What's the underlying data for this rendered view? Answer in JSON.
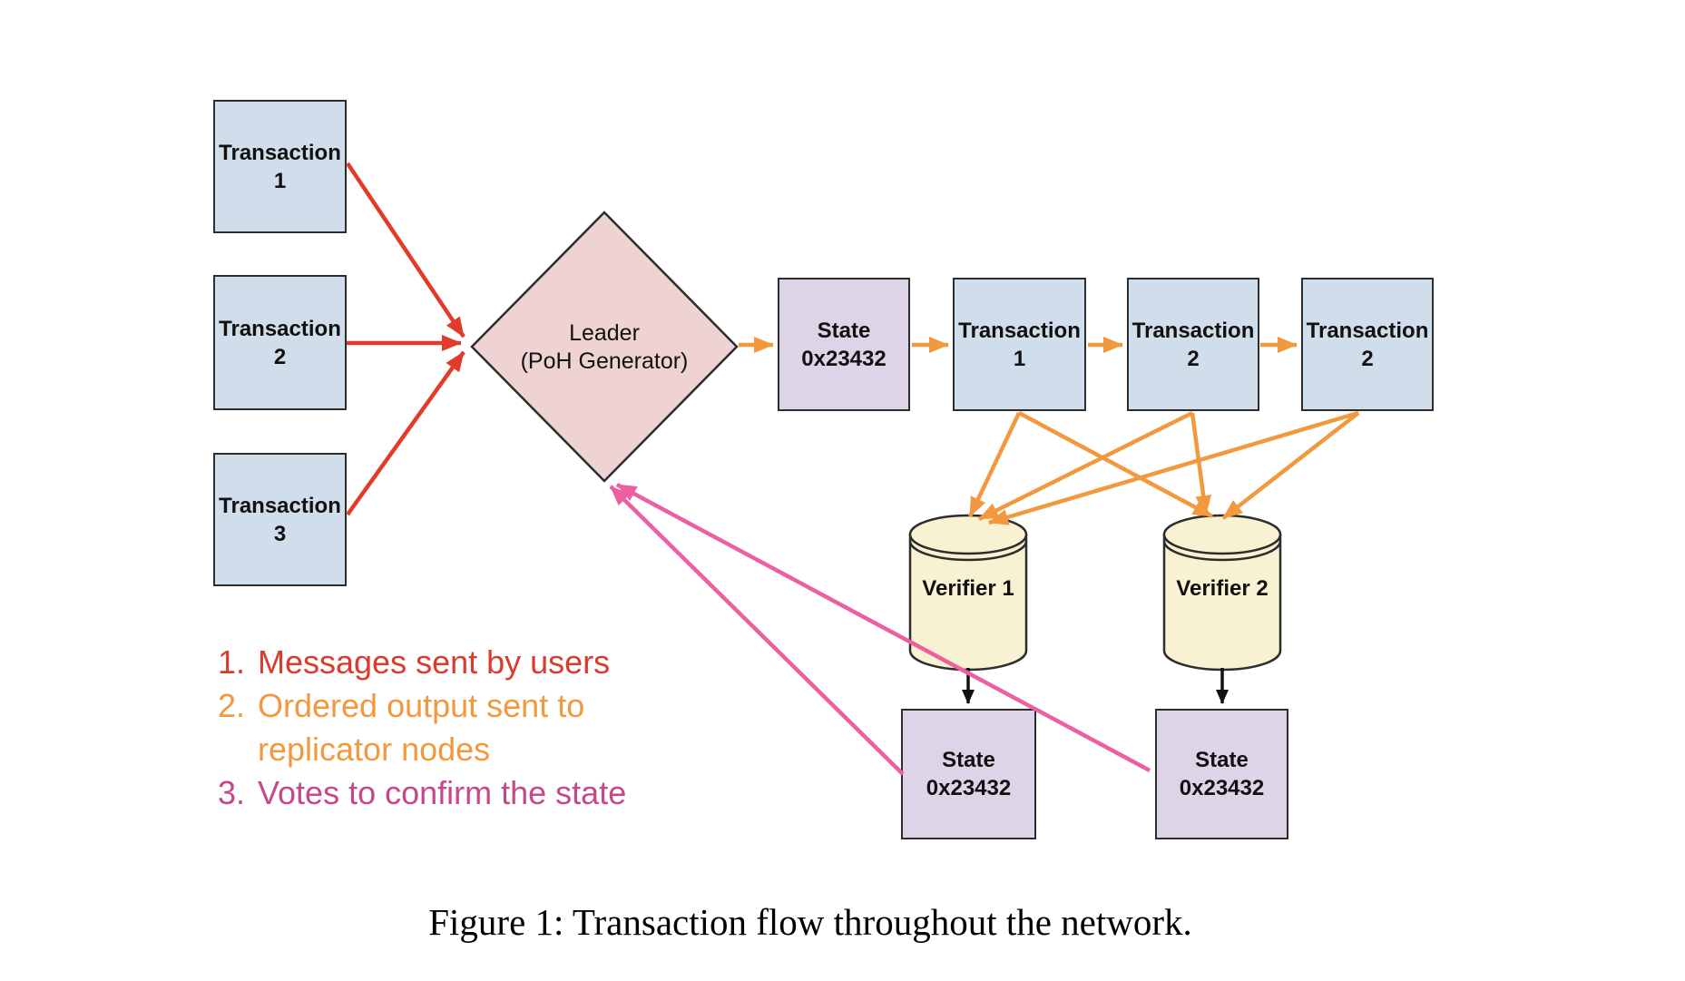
{
  "caption": "Figure 1: Transaction flow throughout the network.",
  "colors": {
    "background": "#ffffff",
    "border": "#2d2d2d",
    "text": "#111111",
    "box_blue": "#cfdeea",
    "box_purple": "#ddd5e7",
    "diamond_pink": "#eed3d2",
    "cylinder_cream": "#f8f1d2",
    "red_arrow": "#e23b2b",
    "orange_arrow": "#f2993f",
    "pink_arrow": "#ec5fa1",
    "black_arrow": "#111111"
  },
  "nodes": {
    "user_transactions": [
      {
        "line1": "Transaction",
        "line2": "1"
      },
      {
        "line1": "Transaction",
        "line2": "2"
      },
      {
        "line1": "Transaction",
        "line2": "3"
      }
    ],
    "leader": {
      "line1": "Leader",
      "line2": "(PoH Generator)"
    },
    "chain": [
      {
        "line1": "State",
        "line2": "0x23432"
      },
      {
        "line1": "Transaction",
        "line2": "1"
      },
      {
        "line1": "Transaction",
        "line2": "2"
      },
      {
        "line1": "Transaction",
        "line2": "2"
      }
    ],
    "verifiers": [
      {
        "label": "Verifier 1"
      },
      {
        "label": "Verifier 2"
      }
    ],
    "verifier_states": [
      {
        "line1": "State",
        "line2": "0x23432"
      },
      {
        "line1": "State",
        "line2": "0x23432"
      }
    ]
  },
  "legend": {
    "items": [
      {
        "number": "1.",
        "text": "Messages sent by users",
        "color": "#d93b2c"
      },
      {
        "number": "2.",
        "text_line1": "Ordered output sent to",
        "text_line2": "replicator nodes",
        "color": "#f2993f"
      },
      {
        "number": "3.",
        "text": "Votes to confirm the state",
        "color": "#c5488a"
      }
    ]
  }
}
